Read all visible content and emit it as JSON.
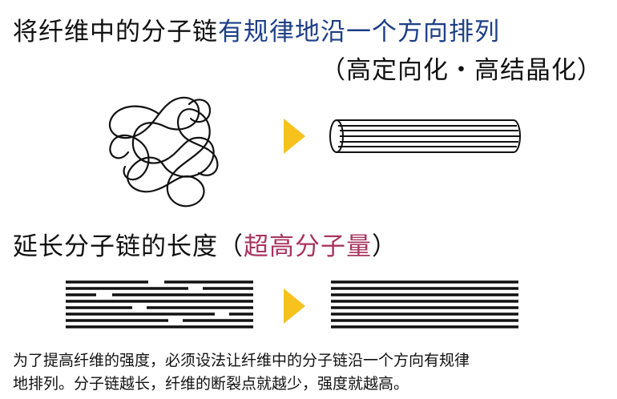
{
  "heading1": {
    "plain": "将纤维中的分子链",
    "highlight": "有规律地沿一个方向排列",
    "highlight_color": "#1d3f86"
  },
  "heading1_sub": "（高定向化・高结晶化）",
  "heading2": {
    "plain": "延长分子链的长度（",
    "highlight": "超高分子量",
    "close": "）",
    "highlight_color": "#a8345e"
  },
  "caption": {
    "line1": "为了提高纤维的强度，必须设法让纤维中的分子链沿一个方向有规律",
    "line2": "地排列。分子链越长，纤维的断裂点就越少，强度就越高。"
  },
  "arrow_color": "#f7c11e",
  "icons": [
    "tangled-chain-icon",
    "oriented-fiber-icon",
    "short-chains-icon",
    "long-chains-icon",
    "arrow-icon"
  ]
}
